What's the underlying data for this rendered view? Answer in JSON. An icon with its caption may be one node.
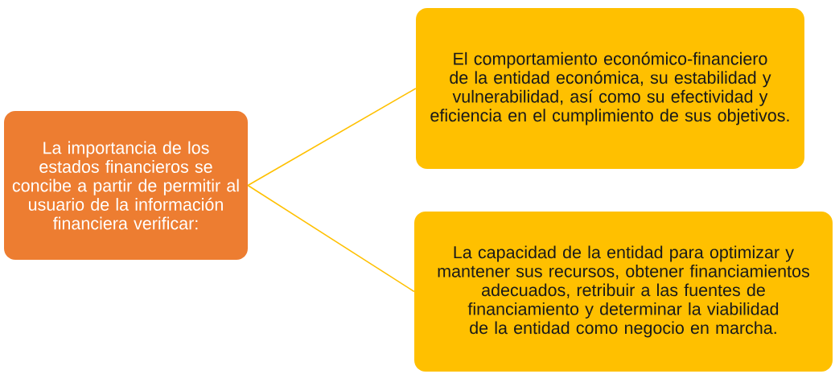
{
  "diagram": {
    "nodes": [
      {
        "text": [
          "La importancia de los estados financieros se concibe a partir de permitir al usuario de la información financiera verificar:"
        ]
      },
      {
        "text": [
          "El comportamiento económico-financiero de la entidad económica, su estabilidad y vulnerabilidad, así como su efectividad y eficiencia en el cumplimiento de sus objetivos."
        ]
      },
      {
        "text": [
          "La capacidad de la entidad para optimizar y mantener sus recursos, obtener financiamientos adecuados, retribuir a las fuentes de financiamiento y determinar la viabilidad de la entidad como negocio en marcha."
        ]
      }
    ],
    "edges": [
      {
        "from": 0,
        "to": 1,
        "arrow": "none"
      },
      {
        "from": 0,
        "to": 2,
        "arrow": "none"
      }
    ]
  }
}
